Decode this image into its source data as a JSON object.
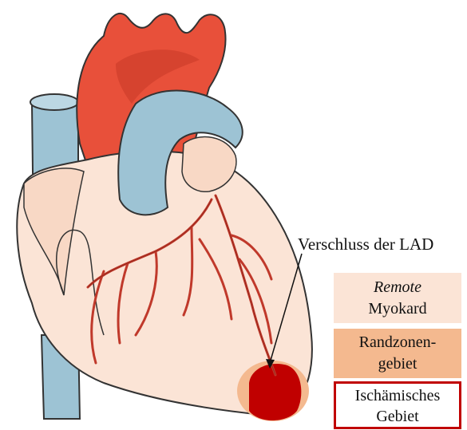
{
  "callout": {
    "label": "Verschluss der LAD"
  },
  "legend": {
    "remote": {
      "line1": "Remote",
      "line2": "Myokard"
    },
    "border_zone": {
      "line1": "Randzonen-",
      "line2": "gebiet"
    },
    "ischemic": {
      "line1": "Ischämisches",
      "line2": "Gebiet"
    }
  },
  "colors": {
    "aorta": "#e8503a",
    "vein_blue": "#9dc3d4",
    "myocardium": "#fbe4d6",
    "border_zone": "#f4b98f",
    "ischemic": "#c00000",
    "coronary_artery": "#c0392b",
    "outline": "#333333"
  }
}
